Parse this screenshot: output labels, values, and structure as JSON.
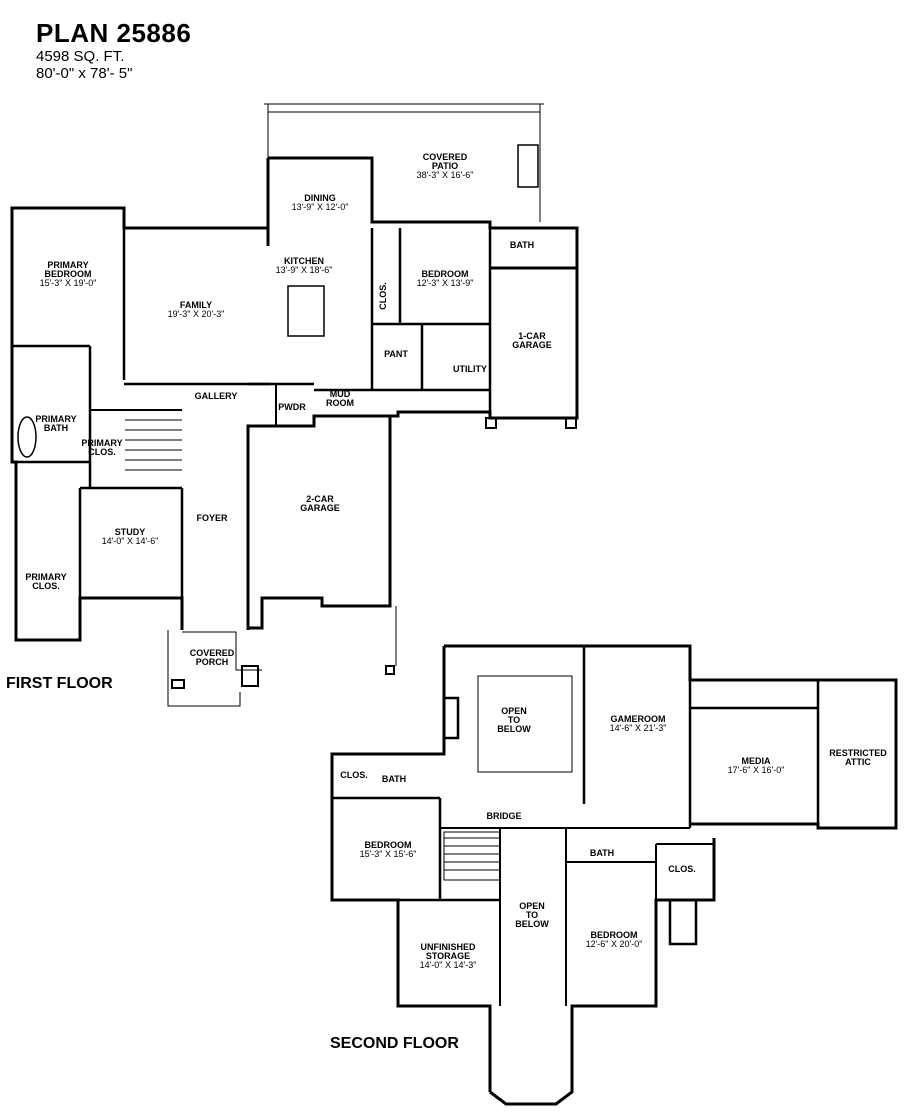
{
  "header": {
    "title": "PLAN 25886",
    "sqft": "4598 SQ. FT.",
    "dimensions": "80'-0\" x 78'- 5\""
  },
  "floors": {
    "first": "FIRST FLOOR",
    "second": "SECOND FLOOR"
  },
  "rooms": {
    "covered_patio": {
      "name": [
        "COVERED",
        "PATIO"
      ],
      "dim": "38'-3\" X 16'-6\""
    },
    "dining": {
      "name": [
        "DINING"
      ],
      "dim": "13'-9\" X 12'-0\""
    },
    "kitchen": {
      "name": [
        "KITCHEN"
      ],
      "dim": "13'-9\" X 18'-6\""
    },
    "primary_bedroom": {
      "name": [
        "PRIMARY",
        "BEDROOM"
      ],
      "dim": "15'-3\" X 19'-0\""
    },
    "family": {
      "name": [
        "FAMILY"
      ],
      "dim": "19'-3\" X 20'-3\""
    },
    "bedroom_first": {
      "name": [
        "BEDROOM"
      ],
      "dim": "12'-3\" X 13'-9\""
    },
    "bath_first": {
      "name": [
        "BATH"
      ]
    },
    "clos_first": {
      "name": [
        "CLOS."
      ]
    },
    "pant": {
      "name": [
        "PANT"
      ]
    },
    "utility": {
      "name": [
        "UTILITY"
      ]
    },
    "garage_1car": {
      "name": [
        "1-CAR",
        "GARAGE"
      ]
    },
    "gallery": {
      "name": [
        "GALLERY"
      ]
    },
    "pwdr": {
      "name": [
        "PWDR"
      ]
    },
    "mud_room": {
      "name": [
        "MUD",
        "ROOM"
      ]
    },
    "primary_bath": {
      "name": [
        "PRIMARY",
        "BATH"
      ]
    },
    "primary_clos_small": {
      "name": [
        "PRIMARY",
        "CLOS."
      ]
    },
    "foyer": {
      "name": [
        "FOYER"
      ]
    },
    "garage_2car": {
      "name": [
        "2-CAR",
        "GARAGE"
      ]
    },
    "study": {
      "name": [
        "STUDY"
      ],
      "dim": "14'-0\" X 14'-6\""
    },
    "primary_clos": {
      "name": [
        "PRIMARY",
        "CLOS."
      ]
    },
    "covered_porch": {
      "name": [
        "COVERED",
        "PORCH"
      ]
    },
    "open_to_below_1": {
      "name": [
        "OPEN",
        "TO",
        "BELOW"
      ]
    },
    "gameroom": {
      "name": [
        "GAMEROOM"
      ],
      "dim": "14'-6\" X 21'-3\""
    },
    "media": {
      "name": [
        "MEDIA"
      ],
      "dim": "17'-6\" X 16'-0\""
    },
    "restricted_attic": {
      "name": [
        "RESTRICTED",
        "ATTIC"
      ]
    },
    "clos_second_1": {
      "name": [
        "CLOS."
      ]
    },
    "bath_second_1": {
      "name": [
        "BATH"
      ]
    },
    "bridge": {
      "name": [
        "BRIDGE"
      ]
    },
    "bedroom_second_1": {
      "name": [
        "BEDROOM"
      ],
      "dim": "15'-3\" X 15'-6\""
    },
    "bath_second_2": {
      "name": [
        "BATH"
      ]
    },
    "clos_second_2": {
      "name": [
        "CLOS."
      ]
    },
    "open_to_below_2": {
      "name": [
        "OPEN",
        "TO",
        "BELOW"
      ]
    },
    "unfinished_storage": {
      "name": [
        "UNFINISHED",
        "STORAGE"
      ],
      "dim": "14'-0\" X 14'-3\""
    },
    "bedroom_second_2": {
      "name": [
        "BEDROOM"
      ],
      "dim": "12'-6\" X 20'-0\""
    }
  }
}
